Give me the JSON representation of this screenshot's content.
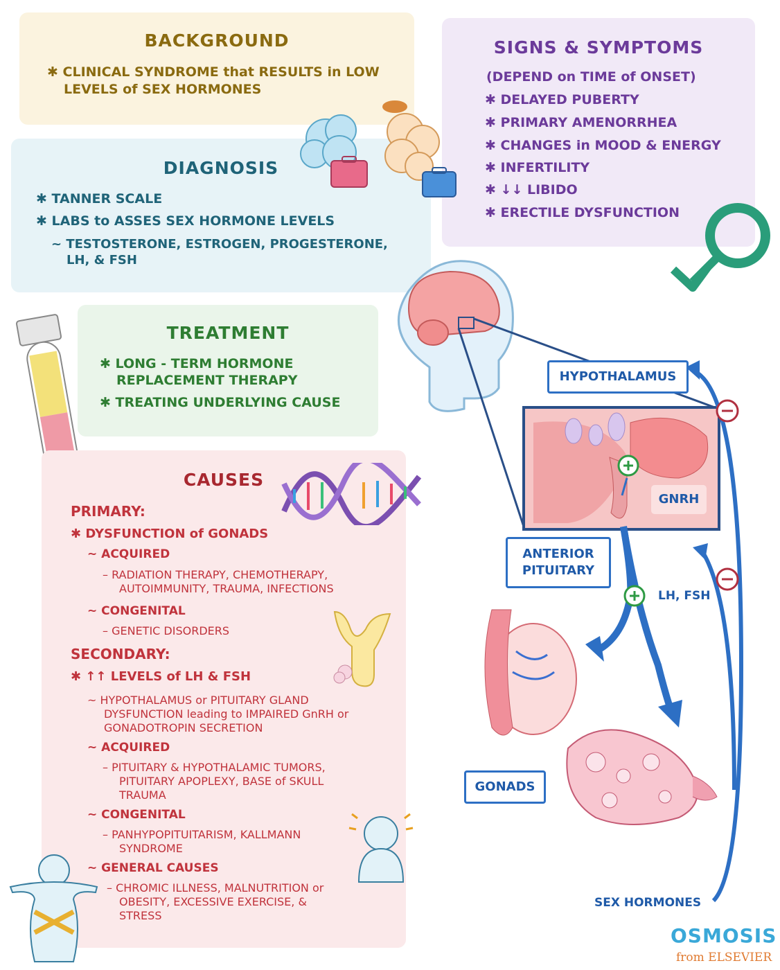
{
  "background": {
    "title": "BACKGROUND",
    "items": [
      "✱ CLINICAL SYNDROME that RESULTS in LOW",
      "LEVELS of SEX HORMONES"
    ]
  },
  "signs": {
    "title": "SIGNS & SYMPTOMS",
    "subtitle": "(DEPEND on TIME of ONSET)",
    "items": [
      "✱ DELAYED PUBERTY",
      "✱ PRIMARY AMENORRHEA",
      "✱ CHANGES in MOOD & ENERGY",
      "✱ INFERTILITY",
      "✱ ↓↓ LIBIDO",
      "✱ ERECTILE DYSFUNCTION"
    ]
  },
  "diagnosis": {
    "title": "DIAGNOSIS",
    "items": [
      "✱ TANNER SCALE",
      "✱ LABS to ASSES SEX HORMONE LEVELS",
      "~ TESTOSTERONE, ESTROGEN, PROGESTERONE,",
      "LH, & FSH"
    ]
  },
  "treatment": {
    "title": "TREATMENT",
    "items": [
      "✱ LONG - TERM HORMONE",
      "REPLACEMENT THERAPY",
      "✱ TREATING UNDERLYING CAUSE"
    ]
  },
  "causes": {
    "title": "CAUSES",
    "primary": "PRIMARY:",
    "p1": "✱ DYSFUNCTION of GONADS",
    "p_acq": "~ ACQUIRED",
    "p_acq_1": "– RADIATION THERAPY, CHEMOTHERAPY,",
    "p_acq_2": "AUTOIMMUNITY, TRAUMA, INFECTIONS",
    "p_con": "~ CONGENITAL",
    "p_con_1": "– GENETIC DISORDERS",
    "secondary": "SECONDARY:",
    "s1": "✱ ↑↑ LEVELS of LH & FSH",
    "s_d1": "~ HYPOTHALAMUS or PITUITARY GLAND",
    "s_d2": "DYSFUNCTION leading to IMPAIRED GnRH or",
    "s_d3": "GONADOTROPIN SECRETION",
    "s_acq": "~ ACQUIRED",
    "s_acq_1": "– PITUITARY & HYPOTHALAMIC TUMORS,",
    "s_acq_2": "PITUITARY APOPLEXY, BASE of SKULL",
    "s_acq_3": "TRAUMA",
    "s_con": "~ CONGENITAL",
    "s_con_1": "– PANHYPOPITUITARISM, KALLMANN",
    "s_con_2": "SYNDROME",
    "s_gen": "~ GENERAL CAUSES",
    "s_gen_1": "– CHROMIC ILLNESS, MALNUTRITION or",
    "s_gen_2": "OBESITY, EXCESSIVE EXERCISE, &",
    "s_gen_3": "STRESS"
  },
  "diagram": {
    "hypothalamus": "HYPOTHALAMUS",
    "gnrh": "GNRH",
    "anterior_pituitary_1": "ANTERIOR",
    "anterior_pituitary_2": "PITUITARY",
    "lh_fsh": "LH, FSH",
    "gonads": "GONADS",
    "sex_hormones": "SEX HORMONES",
    "plus": "+",
    "minus": "−"
  },
  "logo": {
    "name": "OSMOSIS",
    "sub": "from ELSEVIER"
  },
  "colors": {
    "background_panel": "#fbf3df",
    "background_text": "#8a6a10",
    "signs_panel": "#f1e9f7",
    "signs_text": "#6b3a9a",
    "diagnosis_panel": "#e7f3f7",
    "diagnosis_text": "#1f6378",
    "treatment_panel": "#eaf5ea",
    "treatment_text": "#2e7d32",
    "causes_panel": "#fbe9ea",
    "causes_text": "#c0333c",
    "diagram_blue": "#2d6fc4"
  }
}
